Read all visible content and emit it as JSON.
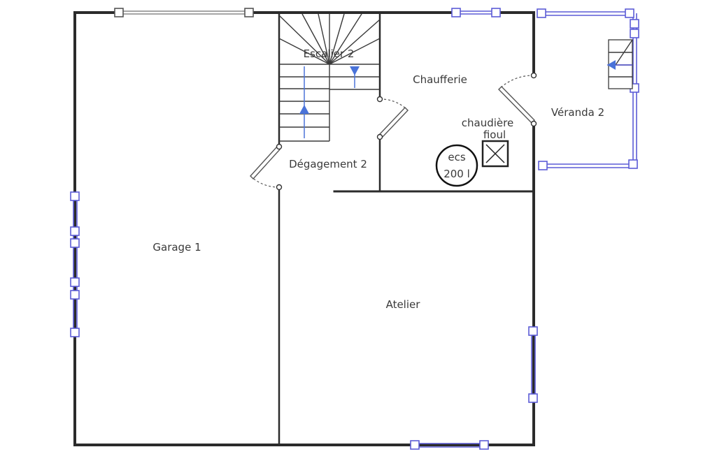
{
  "rooms": {
    "garage": "Garage 1",
    "escalier": "Escalier 2",
    "chaufferie": "Chaufferie",
    "veranda": "Véranda 2",
    "degagement": "Dégagement 2",
    "atelier": "Atelier"
  },
  "equipment": {
    "chaudiere_line1": "chaudière",
    "chaudiere_line2": "fioul",
    "ecs_line1": "ecs",
    "ecs_line2": "200 l"
  },
  "colors": {
    "wall": "#2b2b2b",
    "window": "#5b5bd6",
    "stair_arrow": "#4a73d9"
  }
}
